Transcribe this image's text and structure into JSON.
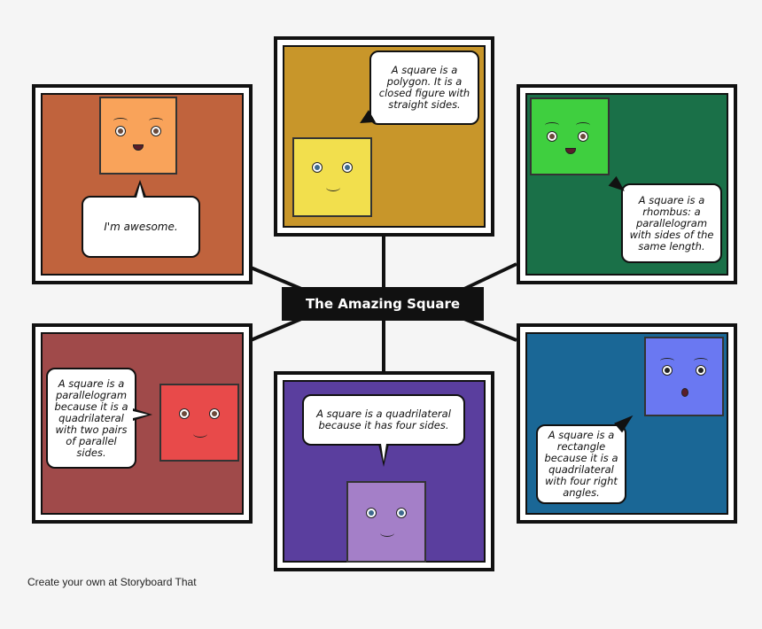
{
  "title": "The Amazing Square",
  "footer": "Create your own at Storyboard That",
  "panels": {
    "orange": {
      "bg": "#c0633d",
      "face": "#f9a35a",
      "bubble": "I'm awesome."
    },
    "yellow": {
      "bg": "#c8962a",
      "face": "#f2df4d",
      "bubble": "A square is a polygon. It is a closed figure with straight sides."
    },
    "green": {
      "bg": "#1a7048",
      "face": "#3fcf3f",
      "bubble": "A square is a rhombus: a parallelogram with sides of the same length."
    },
    "red": {
      "bg": "#a04a4a",
      "face": "#e84a4a",
      "bubble": "A square is a parallelogram because it is a quadrilateral with two pairs of parallel sides."
    },
    "purple": {
      "bg": "#5a3e9e",
      "face": "#a47fc8",
      "bubble": "A square is a quadrilateral because it has four sides."
    },
    "blue": {
      "bg": "#1a6796",
      "face": "#6a78f2",
      "bubble": "A square is a rectangle because it is a quadrilateral with four right angles."
    }
  }
}
